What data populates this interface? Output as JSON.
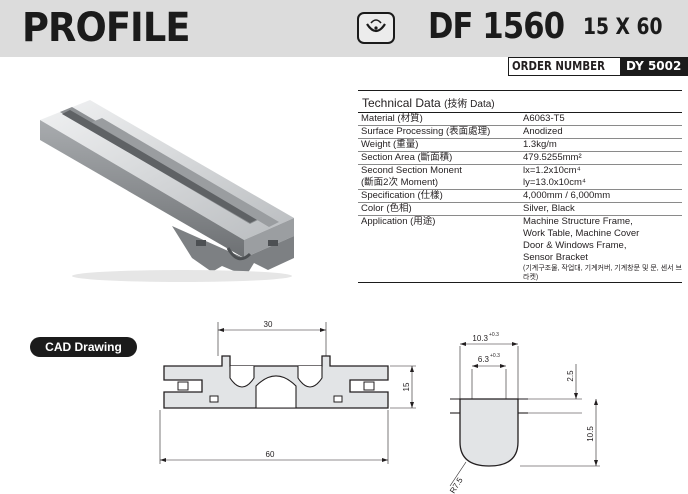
{
  "header": {
    "title": "PROFILE",
    "model_code": "DF 1560",
    "model_size": "15 X 60"
  },
  "order": {
    "label": "ORDER NUMBER",
    "value": "DY 5002"
  },
  "technical_data": {
    "title": "Technical Data",
    "title_sub": "(技術 Data)",
    "rows": [
      {
        "key": [
          "Material (材質)"
        ],
        "value": [
          "A6063-T5"
        ]
      },
      {
        "key": [
          "Surface Processing (表面處理)"
        ],
        "value": [
          "Anodized"
        ]
      },
      {
        "key": [
          "Weight (重量)"
        ],
        "value": [
          "1.3kg/m"
        ]
      },
      {
        "key": [
          "Section Area (斷面積)"
        ],
        "value": [
          "479.5255mm²"
        ]
      },
      {
        "key": [
          "Second Section Monent",
          "(斷面2次 Moment)"
        ],
        "value": [
          "lx=1.2x10cm⁴",
          "ly=13.0x10cm⁴"
        ]
      },
      {
        "key": [
          "Specification (仕樣)"
        ],
        "value": [
          "4,000mm / 6,000mm"
        ]
      },
      {
        "key": [
          "Color (色相)"
        ],
        "value": [
          "Silver, Black"
        ]
      },
      {
        "key": [
          "Application (用途)"
        ],
        "value": [
          "Machine Structure Frame,",
          "Work Table, Machine Cover",
          "Door & Windows Frame,",
          "Sensor Bracket"
        ],
        "note": "(기계구조물, 작업대, 기계커버, 기계창문 및 문, 센서 브라켓)"
      }
    ]
  },
  "cad": {
    "label": "CAD Drawing",
    "dim_top_width": "30",
    "dim_total_width": "60",
    "dim_height": "15",
    "dim_slot_width": "10.3",
    "dim_slot_width_tol": "+0.3",
    "dim_slot_open": "6.3",
    "dim_slot_open_tol": "+0.3",
    "dim_lip": "2.5",
    "dim_depth": "10.5",
    "dim_radius": "R7.5"
  },
  "colors": {
    "header_bg": "#dcdcdc",
    "ink": "#1b1b1b",
    "profile_fill": "#e2e4e6"
  },
  "icons": {
    "model_icon": "profile-section-icon"
  }
}
